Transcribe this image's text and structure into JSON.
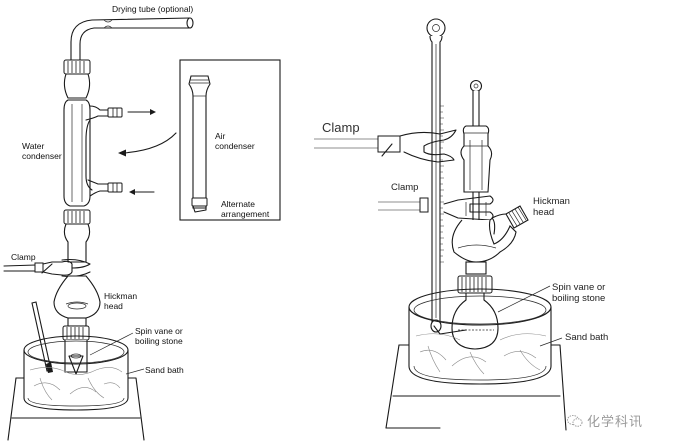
{
  "figure_left": {
    "labels": {
      "drying_tube": "Drying tube (optional)",
      "water_condenser": "Water\ncondenser",
      "air_condenser": "Air\ncondenser",
      "alternate": "Alternate\narrangement",
      "clamp": "Clamp",
      "hickman_head": "Hickman\nhead",
      "spin_vane": "Spin vane or\nboiling stone",
      "sand_bath": "Sand bath"
    }
  },
  "figure_right": {
    "labels": {
      "clamp_top": "Clamp",
      "clamp_bottom": "Clamp",
      "hickman_head": "Hickman\nhead",
      "spin_vane": "Spin vane or\nboiling stone",
      "sand_bath": "Sand bath"
    }
  },
  "watermark": {
    "icon": "wechat-icon",
    "text": "化学科讯"
  },
  "colors": {
    "line": "#1a1a1a",
    "background": "#ffffff",
    "watermark": "#9a9a9a"
  }
}
